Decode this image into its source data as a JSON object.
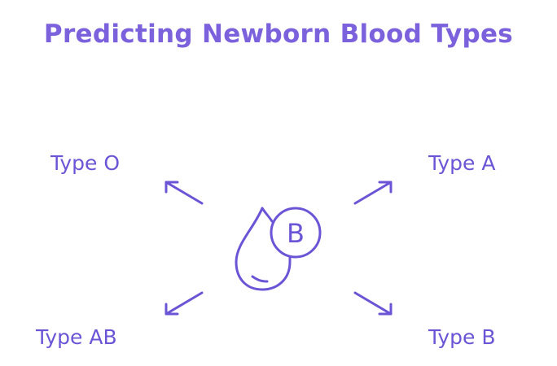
{
  "title": "Predicting Newborn Blood Types",
  "center": {
    "icon": "blood-drop-icon",
    "badge_text": "B"
  },
  "outcomes": {
    "top_left": "Type O",
    "top_right": "Type A",
    "bottom_left": "Type AB",
    "bottom_right": "Type B"
  },
  "colors": {
    "title": "#7b61dc",
    "stroke": "#6b55d6"
  }
}
